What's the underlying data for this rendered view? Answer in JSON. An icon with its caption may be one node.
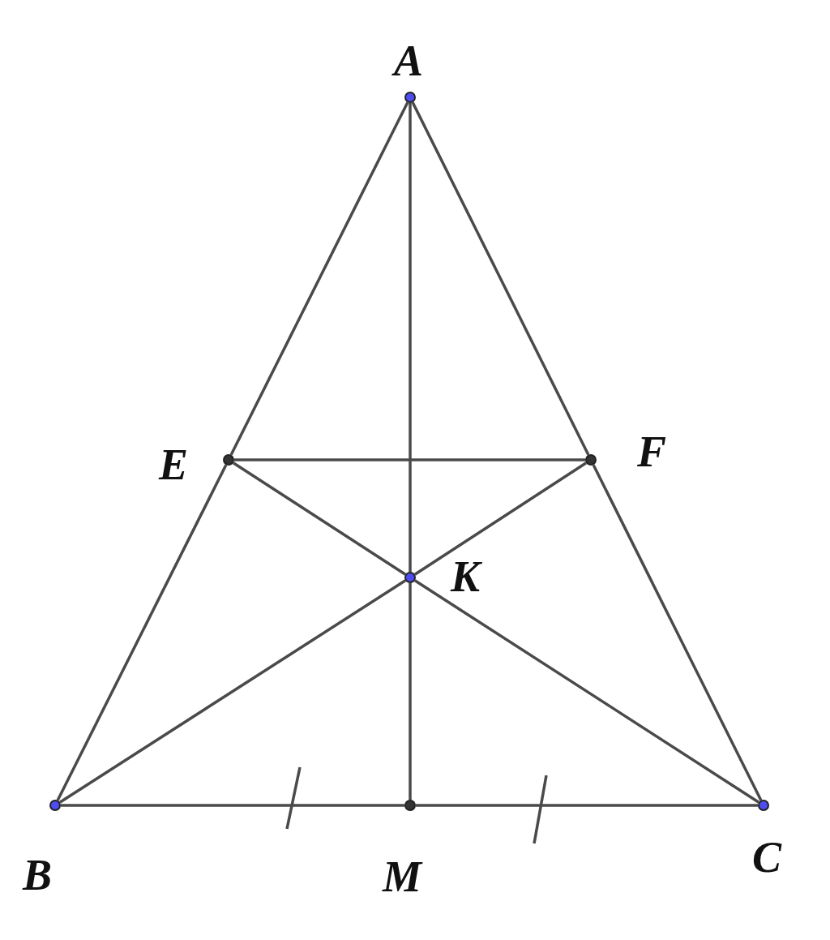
{
  "diagram": {
    "nodes": [
      {
        "text": [
          "A"
        ]
      },
      {
        "text": [
          "E"
        ]
      },
      {
        "text": [
          "F"
        ]
      },
      {
        "text": [
          "K"
        ]
      },
      {
        "text": [
          "B"
        ]
      },
      {
        "text": [
          "M"
        ]
      },
      {
        "text": [
          "C"
        ]
      }
    ],
    "edges": [
      {
        "from": 0,
        "to": 1,
        "arrow": "none"
      },
      {
        "from": 1,
        "to": 4,
        "arrow": "none"
      },
      {
        "from": 0,
        "to": 2,
        "arrow": "none"
      },
      {
        "from": 2,
        "to": 6,
        "arrow": "none"
      },
      {
        "from": 4,
        "to": 5,
        "arrow": "none"
      },
      {
        "from": 5,
        "to": 6,
        "arrow": "none"
      },
      {
        "from": 0,
        "to": 3,
        "arrow": "none"
      },
      {
        "from": 3,
        "to": 5,
        "arrow": "none"
      },
      {
        "from": 1,
        "to": 2,
        "arrow": "none"
      },
      {
        "from": 1,
        "to": 3,
        "arrow": "none"
      },
      {
        "from": 3,
        "to": 6,
        "arrow": "none"
      },
      {
        "from": 4,
        "to": 3,
        "arrow": "none"
      },
      {
        "from": 3,
        "to": 2,
        "arrow": "none"
      }
    ]
  }
}
